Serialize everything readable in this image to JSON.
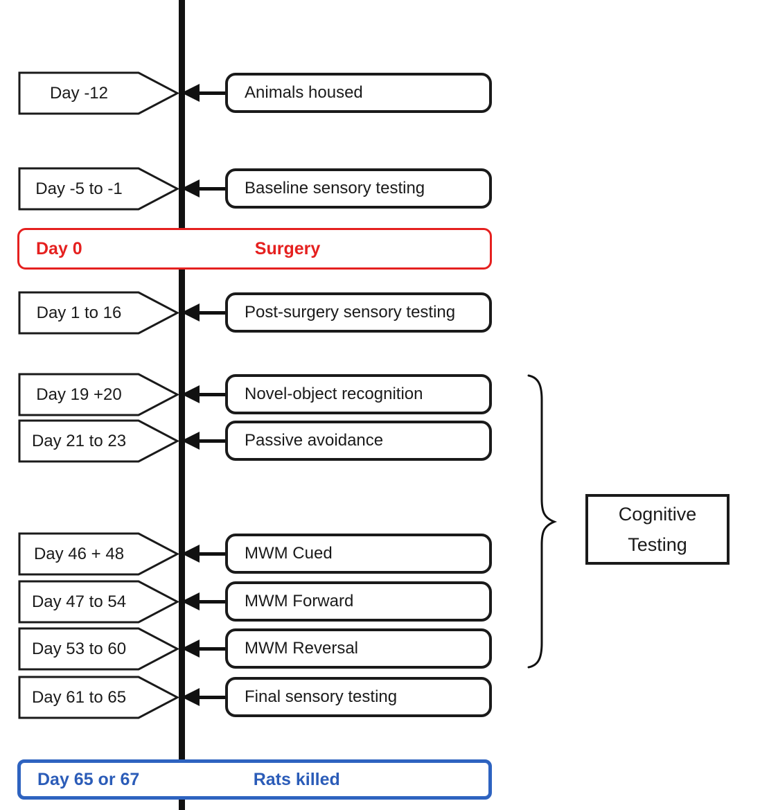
{
  "diagram": {
    "title_semantic": "study-timeline",
    "colors": {
      "axis": "#111111",
      "box_border": "#1a1a1a",
      "surgery_red": "#e5201f",
      "endpoint_blue": "#2b5cb8"
    },
    "rows": [
      {
        "day": "Day -12",
        "event": "Animals housed"
      },
      {
        "day": "Day -5 to -1",
        "event": "Baseline sensory testing"
      },
      {
        "day": "Day 1 to 16",
        "event": "Post-surgery sensory testing"
      },
      {
        "day": "Day 19 +20",
        "event": "Novel-object recognition"
      },
      {
        "day": "Day 21 to 23",
        "event": "Passive avoidance"
      },
      {
        "day": "Day 46 + 48",
        "event": "MWM Cued"
      },
      {
        "day": "Day 47 to 54",
        "event": "MWM Forward"
      },
      {
        "day": "Day 53 to 60",
        "event": "MWM Reversal"
      },
      {
        "day": "Day 61 to 65",
        "event": "Final sensory testing"
      }
    ],
    "surgery": {
      "day": "Day 0",
      "event": "Surgery"
    },
    "endpoint": {
      "day": "Day 65 or 67",
      "event": "Rats killed"
    },
    "cognitive_group": {
      "line1": "Cognitive",
      "line2": "Testing"
    }
  }
}
